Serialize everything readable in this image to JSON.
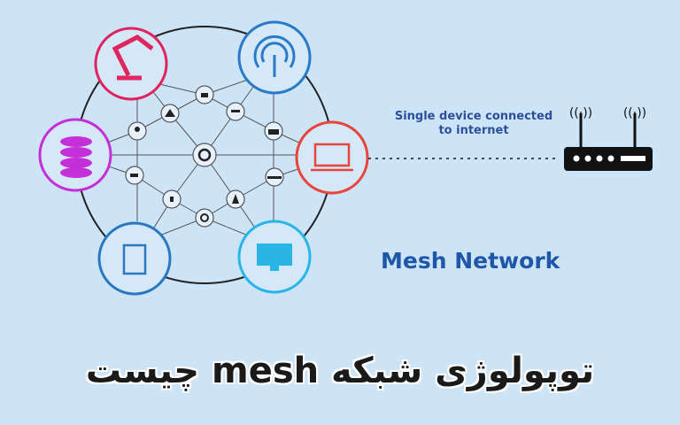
{
  "labels": {
    "single_device": "Single device connected to internet",
    "mesh_network": "Mesh Network"
  },
  "title": "توپولوژی شبکه  mesh  چیست",
  "colors": {
    "background": "#cde4f7",
    "robot": "#e0245e",
    "antenna": "#2a7ac8",
    "laptop": "#e8453c",
    "monitor": "#29b6e6",
    "tablet": "#2a78c0",
    "database": "#c42fd8",
    "text": "#2c4f9a"
  },
  "icons": {
    "outer": [
      "robot-arm-icon",
      "antenna-icon",
      "laptop-icon",
      "monitor-icon",
      "tablet-icon",
      "database-icon"
    ],
    "router": "router-icon"
  }
}
